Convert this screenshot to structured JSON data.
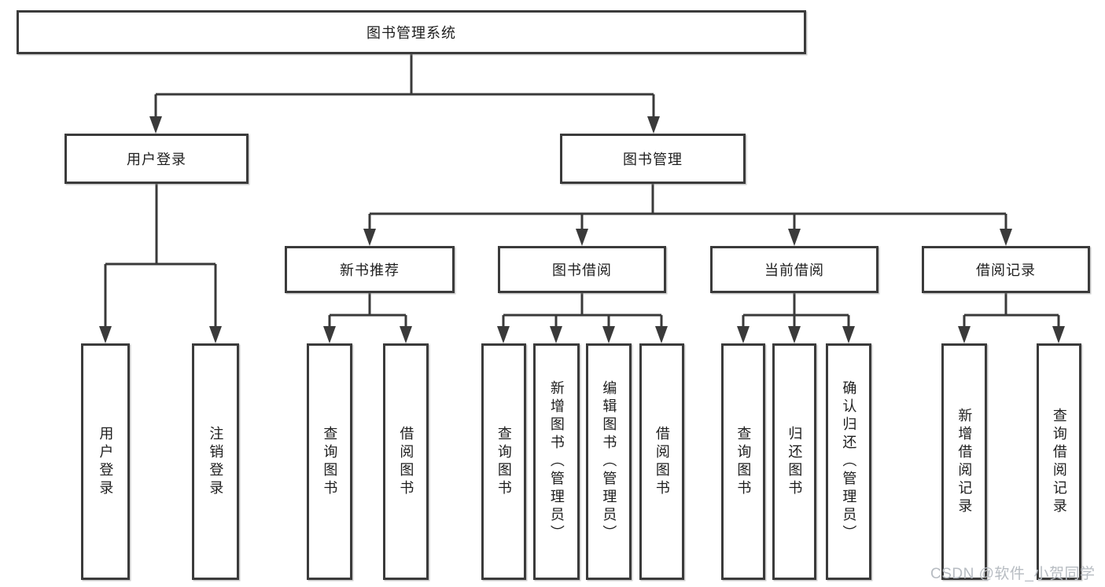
{
  "colors": {
    "line": "#3a3a3a",
    "box_border": "#3b3b3b",
    "background": "#ffffff",
    "text": "#1e1e1e",
    "watermark": "#b7bcc2"
  },
  "tree": {
    "root": {
      "label": "图书管理系统",
      "children": [
        {
          "label": "用户登录",
          "children": [
            {
              "label": "用户登录"
            },
            {
              "label": "注销登录"
            }
          ]
        },
        {
          "label": "图书管理",
          "children": [
            {
              "label": "新书推荐",
              "children": [
                {
                  "label": "查询图书"
                },
                {
                  "label": "借阅图书"
                }
              ]
            },
            {
              "label": "图书借阅",
              "children": [
                {
                  "label": "查询图书"
                },
                {
                  "label": "新增图书（管理员）"
                },
                {
                  "label": "编辑图书（管理员）"
                },
                {
                  "label": "借阅图书"
                }
              ]
            },
            {
              "label": "当前借阅",
              "children": [
                {
                  "label": "查询图书"
                },
                {
                  "label": "归还图书"
                },
                {
                  "label": "确认归还（管理员）"
                }
              ]
            },
            {
              "label": "借阅记录",
              "children": [
                {
                  "label": "新增借阅记录"
                },
                {
                  "label": "查询借阅记录"
                }
              ]
            }
          ]
        }
      ]
    }
  },
  "watermark": {
    "text": "CSDN @软件_小贺同学"
  }
}
